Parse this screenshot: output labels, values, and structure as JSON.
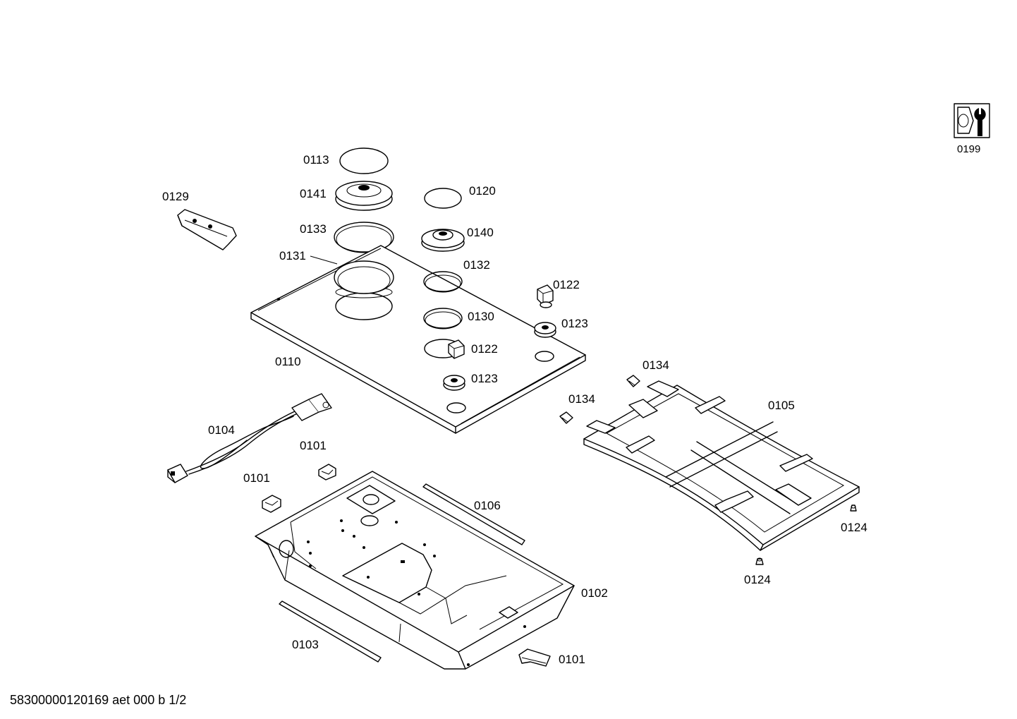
{
  "labels": {
    "p0113": "0113",
    "p0141": "0141",
    "p0133": "0133",
    "p0131": "0131",
    "p0129": "0129",
    "p0120": "0120",
    "p0140": "0140",
    "p0132": "0132",
    "p0122a": "0122",
    "p0123a": "0123",
    "p0130": "0130",
    "p0122b": "0122",
    "p0123b": "0123",
    "p0110": "0110",
    "p0134a": "0134",
    "p0134b": "0134",
    "p0105": "0105",
    "p0104": "0104",
    "p0101a": "0101",
    "p0101b": "0101",
    "p0106": "0106",
    "p0124a": "0124",
    "p0124b": "0124",
    "p0102": "0102",
    "p0103": "0103",
    "p0101c": "0101",
    "p0199": "0199"
  },
  "footer": "58300000120169 aet 000 b 1/2",
  "icons": {
    "service": "service-tool-icon"
  }
}
